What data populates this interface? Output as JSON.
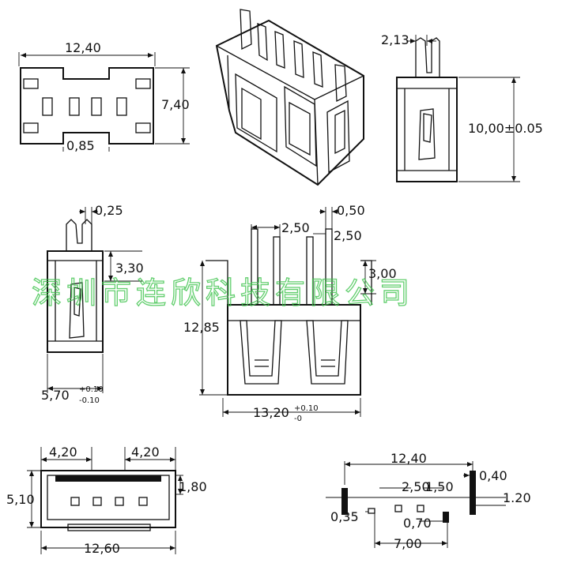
{
  "watermark": "深圳市连欣科技有限公司",
  "views": {
    "top": {
      "width": "12,40",
      "height": "7,40",
      "gap": "0,85"
    },
    "iso": {},
    "side_right": {
      "pin": "2,13",
      "height": "10,00±0.05"
    },
    "side_left": {
      "offset": "0,25",
      "pin": "3,30",
      "width_main": "5,70",
      "tol_plus": "+0.10",
      "tol_minus": "-0.10"
    },
    "front": {
      "t1": "0,50",
      "pitch1": "2,50",
      "pitch2": "2,50",
      "pin_len": "3,00",
      "height": "12,85",
      "width_main": "13,20",
      "tol_plus": "+0.10",
      "tol_minus": "-0"
    },
    "bottom_face": {
      "left_w": "4,20",
      "right_w": "4,20",
      "height": "5,10",
      "inner": "1,80",
      "width": "12,60"
    },
    "footprint": {
      "width": "12,40",
      "pitch": "2,50",
      "pad": "1,50",
      "t1": "0,40",
      "t2": "1.20",
      "t3": "0,35",
      "t4": "0,70",
      "span": "7,00"
    }
  }
}
